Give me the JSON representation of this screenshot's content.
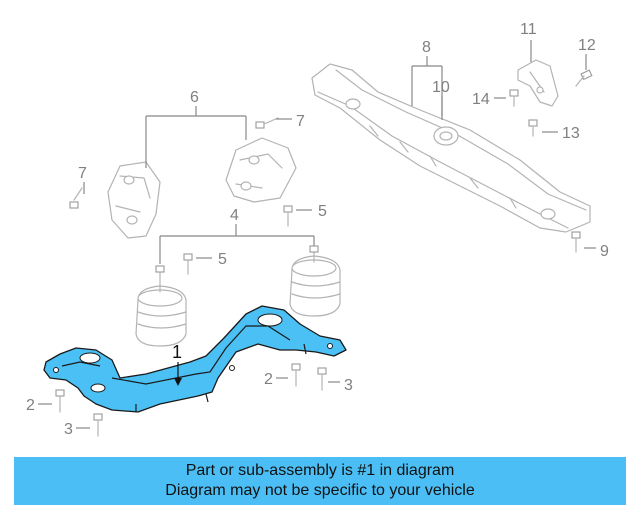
{
  "callouts": {
    "c1": "1",
    "c2a": "2",
    "c2b": "2",
    "c3a": "3",
    "c3b": "3",
    "c4": "4",
    "c5a": "5",
    "c5b": "5",
    "c6": "6",
    "c7a": "7",
    "c7b": "7",
    "c8": "8",
    "c9": "9",
    "c10": "10",
    "c11": "11",
    "c12": "12",
    "c13": "13",
    "c14": "14"
  },
  "caption": {
    "line1": "Part or sub-assembly is #1 in diagram",
    "line2": "Diagram may not be specific to your vehicle"
  },
  "colors": {
    "highlight": "#4bc0f5",
    "banner": "#4bbff5"
  }
}
